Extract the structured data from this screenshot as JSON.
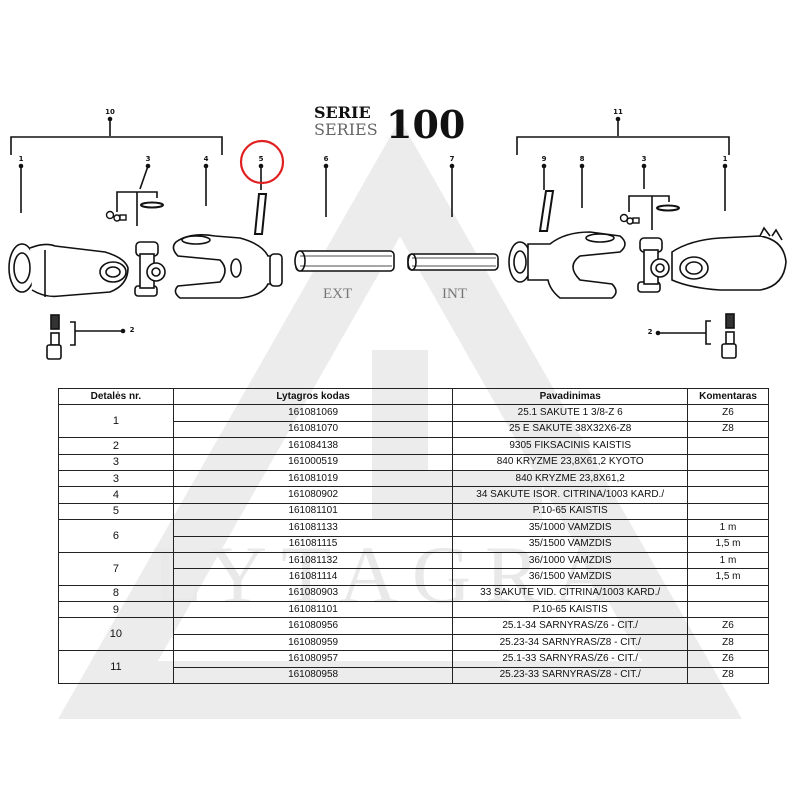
{
  "header": {
    "serie_label": "SERIE",
    "series_label": "SERIES",
    "series_number": "100"
  },
  "diagram": {
    "left_assembly_label": "10",
    "right_assembly_label": "11",
    "callouts_left": [
      "1",
      "3",
      "4",
      "2"
    ],
    "callout_highlighted": "5",
    "highlight_color": "#e02020",
    "callouts_center": [
      "6",
      "7"
    ],
    "callouts_right": [
      "9",
      "8",
      "3",
      "1",
      "2"
    ],
    "shaft_labels": {
      "ext": "EXT",
      "int": "INT"
    }
  },
  "watermark": {
    "text": "LYTAGRA",
    "color": "#e9e9e9"
  },
  "table": {
    "headers": [
      "Detalės nr.",
      "Lytagros kodas",
      "Pavadinimas",
      "Komentaras"
    ],
    "groups": [
      {
        "detail": "1",
        "rows": [
          {
            "code": "161081069",
            "name": "25.1 SAKUTE 1 3/8-Z 6",
            "comment": "Z6"
          },
          {
            "code": "161081070",
            "name": "25 E SAKUTE 38X32X6-Z8",
            "comment": "Z8"
          }
        ]
      },
      {
        "detail": "2",
        "rows": [
          {
            "code": "161084138",
            "name": "9305 FIKSACINIS KAISTIS",
            "comment": ""
          }
        ]
      },
      {
        "detail": "3",
        "rows": [
          {
            "code": "161000519",
            "name": "840 KRYZME 23,8X61,2 KYOTO",
            "comment": ""
          }
        ]
      },
      {
        "detail": "3",
        "rows": [
          {
            "code": "161081019",
            "name": "840 KRYZME 23,8X61,2",
            "comment": ""
          }
        ]
      },
      {
        "detail": "4",
        "rows": [
          {
            "code": "161080902",
            "name": "34 SAKUTE ISOR. CITRINA/1003 KARD./",
            "comment": ""
          }
        ]
      },
      {
        "detail": "5",
        "rows": [
          {
            "code": "161081101",
            "name": "P.10-65 KAISTIS",
            "comment": ""
          }
        ]
      },
      {
        "detail": "6",
        "rows": [
          {
            "code": "161081133",
            "name": "35/1000 VAMZDIS",
            "comment": "1 m"
          },
          {
            "code": "161081115",
            "name": "35/1500 VAMZDIS",
            "comment": "1,5 m"
          }
        ]
      },
      {
        "detail": "7",
        "rows": [
          {
            "code": "161081132",
            "name": "36/1000 VAMZDIS",
            "comment": "1 m"
          },
          {
            "code": "161081114",
            "name": "36/1500 VAMZDIS",
            "comment": "1,5 m"
          }
        ]
      },
      {
        "detail": "8",
        "rows": [
          {
            "code": "161080903",
            "name": "33 SAKUTE VID. CITRINA/1003 KARD./",
            "comment": ""
          }
        ]
      },
      {
        "detail": "9",
        "rows": [
          {
            "code": "161081101",
            "name": "P.10-65 KAISTIS",
            "comment": ""
          }
        ]
      },
      {
        "detail": "10",
        "rows": [
          {
            "code": "161080956",
            "name": "25.1-34 SARNYRAS/Z6 - CIT./",
            "comment": "Z6"
          },
          {
            "code": "161080959",
            "name": "25.23-34 SARNYRAS/Z8 - CIT./",
            "comment": "Z8"
          }
        ]
      },
      {
        "detail": "11",
        "rows": [
          {
            "code": "161080957",
            "name": "25.1-33 SARNYRAS/Z6 - CIT./",
            "comment": "Z6"
          },
          {
            "code": "161080958",
            "name": "25.23-33 SARNYRAS/Z8 - CIT./",
            "comment": "Z8"
          }
        ]
      }
    ]
  }
}
